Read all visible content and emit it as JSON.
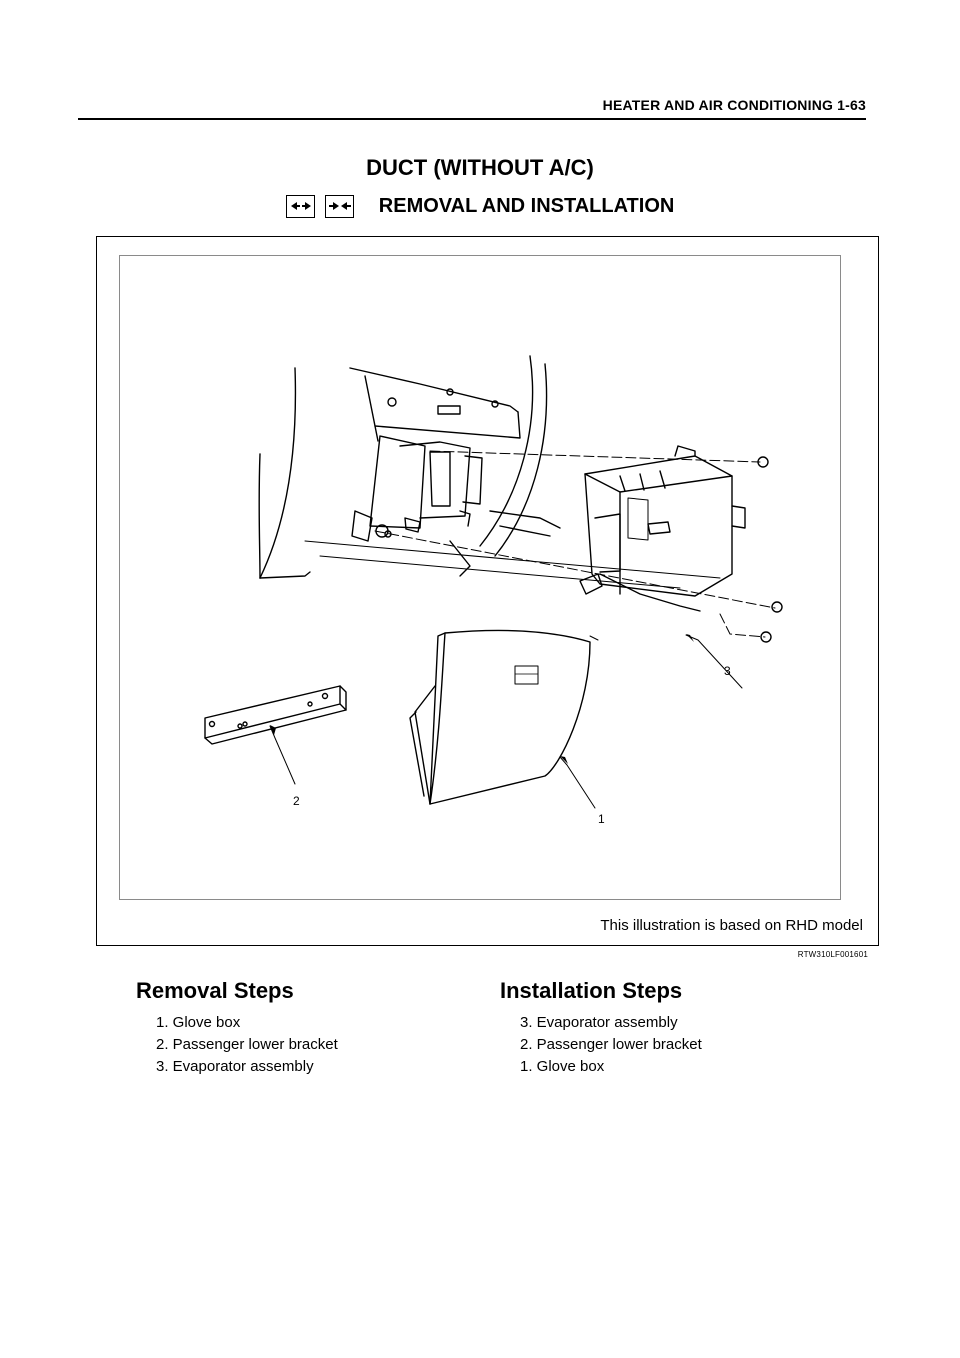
{
  "header": {
    "section": "HEATER AND AIR CONDITIONING  1-63"
  },
  "title": "DUCT (WITHOUT A/C)",
  "subtitle": {
    "label": "REMOVAL AND INSTALLATION",
    "icons": [
      "removal-arrows-icon",
      "installation-arrows-icon"
    ]
  },
  "figure": {
    "callouts": [
      "1",
      "2",
      "3"
    ],
    "caption": "This illustration is based on RHD model",
    "code": "RTW310LF001601"
  },
  "removal": {
    "title": "Removal Steps",
    "steps": [
      "1. Glove box",
      "2. Passenger lower bracket",
      "3. Evaporator assembly"
    ]
  },
  "installation": {
    "title": "Installation Steps",
    "steps": [
      "3. Evaporator assembly",
      "2. Passenger lower bracket",
      "1. Glove box"
    ]
  }
}
